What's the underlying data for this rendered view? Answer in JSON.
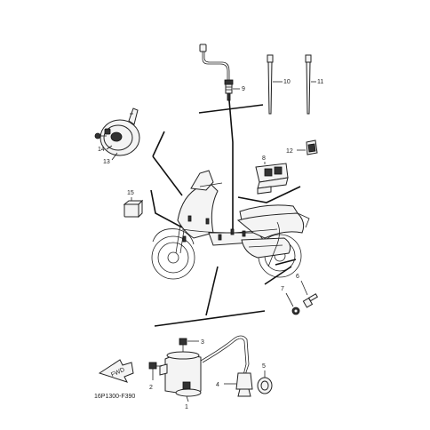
{
  "diagram": {
    "parts": [
      {
        "id": "part-1",
        "label": "1"
      },
      {
        "id": "part-2",
        "label": "2"
      },
      {
        "id": "part-3",
        "label": "3"
      },
      {
        "id": "part-4",
        "label": "4"
      },
      {
        "id": "part-5",
        "label": "5"
      },
      {
        "id": "part-6",
        "label": "6"
      },
      {
        "id": "part-7",
        "label": "7"
      },
      {
        "id": "part-8",
        "label": "8"
      },
      {
        "id": "part-9",
        "label": "9"
      },
      {
        "id": "part-10",
        "label": "10"
      },
      {
        "id": "part-11",
        "label": "11"
      },
      {
        "id": "part-12",
        "label": "12"
      },
      {
        "id": "part-13",
        "label": "13"
      },
      {
        "id": "part-14",
        "label": "14"
      },
      {
        "id": "part-15",
        "label": "15"
      }
    ],
    "fwd_label": "FWD",
    "diagram_code": "16P1300-F390"
  }
}
